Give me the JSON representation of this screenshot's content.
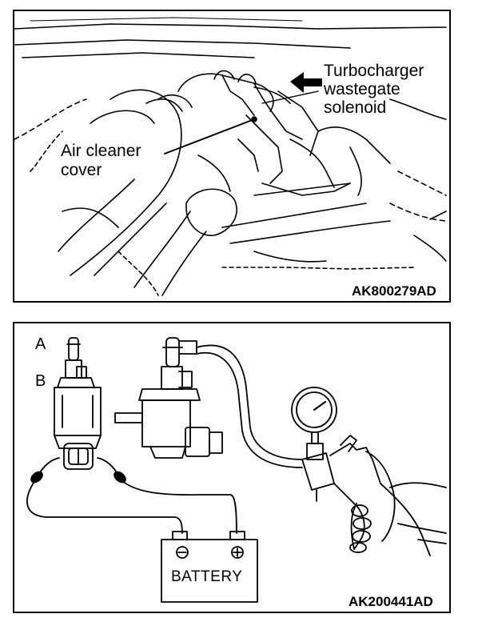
{
  "panels": [
    {
      "labels": {
        "turbo_line1": "Turbocharger",
        "turbo_line2": "wastegate",
        "turbo_line3": "solenoid",
        "air_line1": "Air cleaner",
        "air_line2": "cover"
      },
      "code": "AK800279AD"
    },
    {
      "labels": {
        "a": "A",
        "b": "B",
        "battery": "BATTERY"
      },
      "code": "AK200441AD"
    }
  ]
}
